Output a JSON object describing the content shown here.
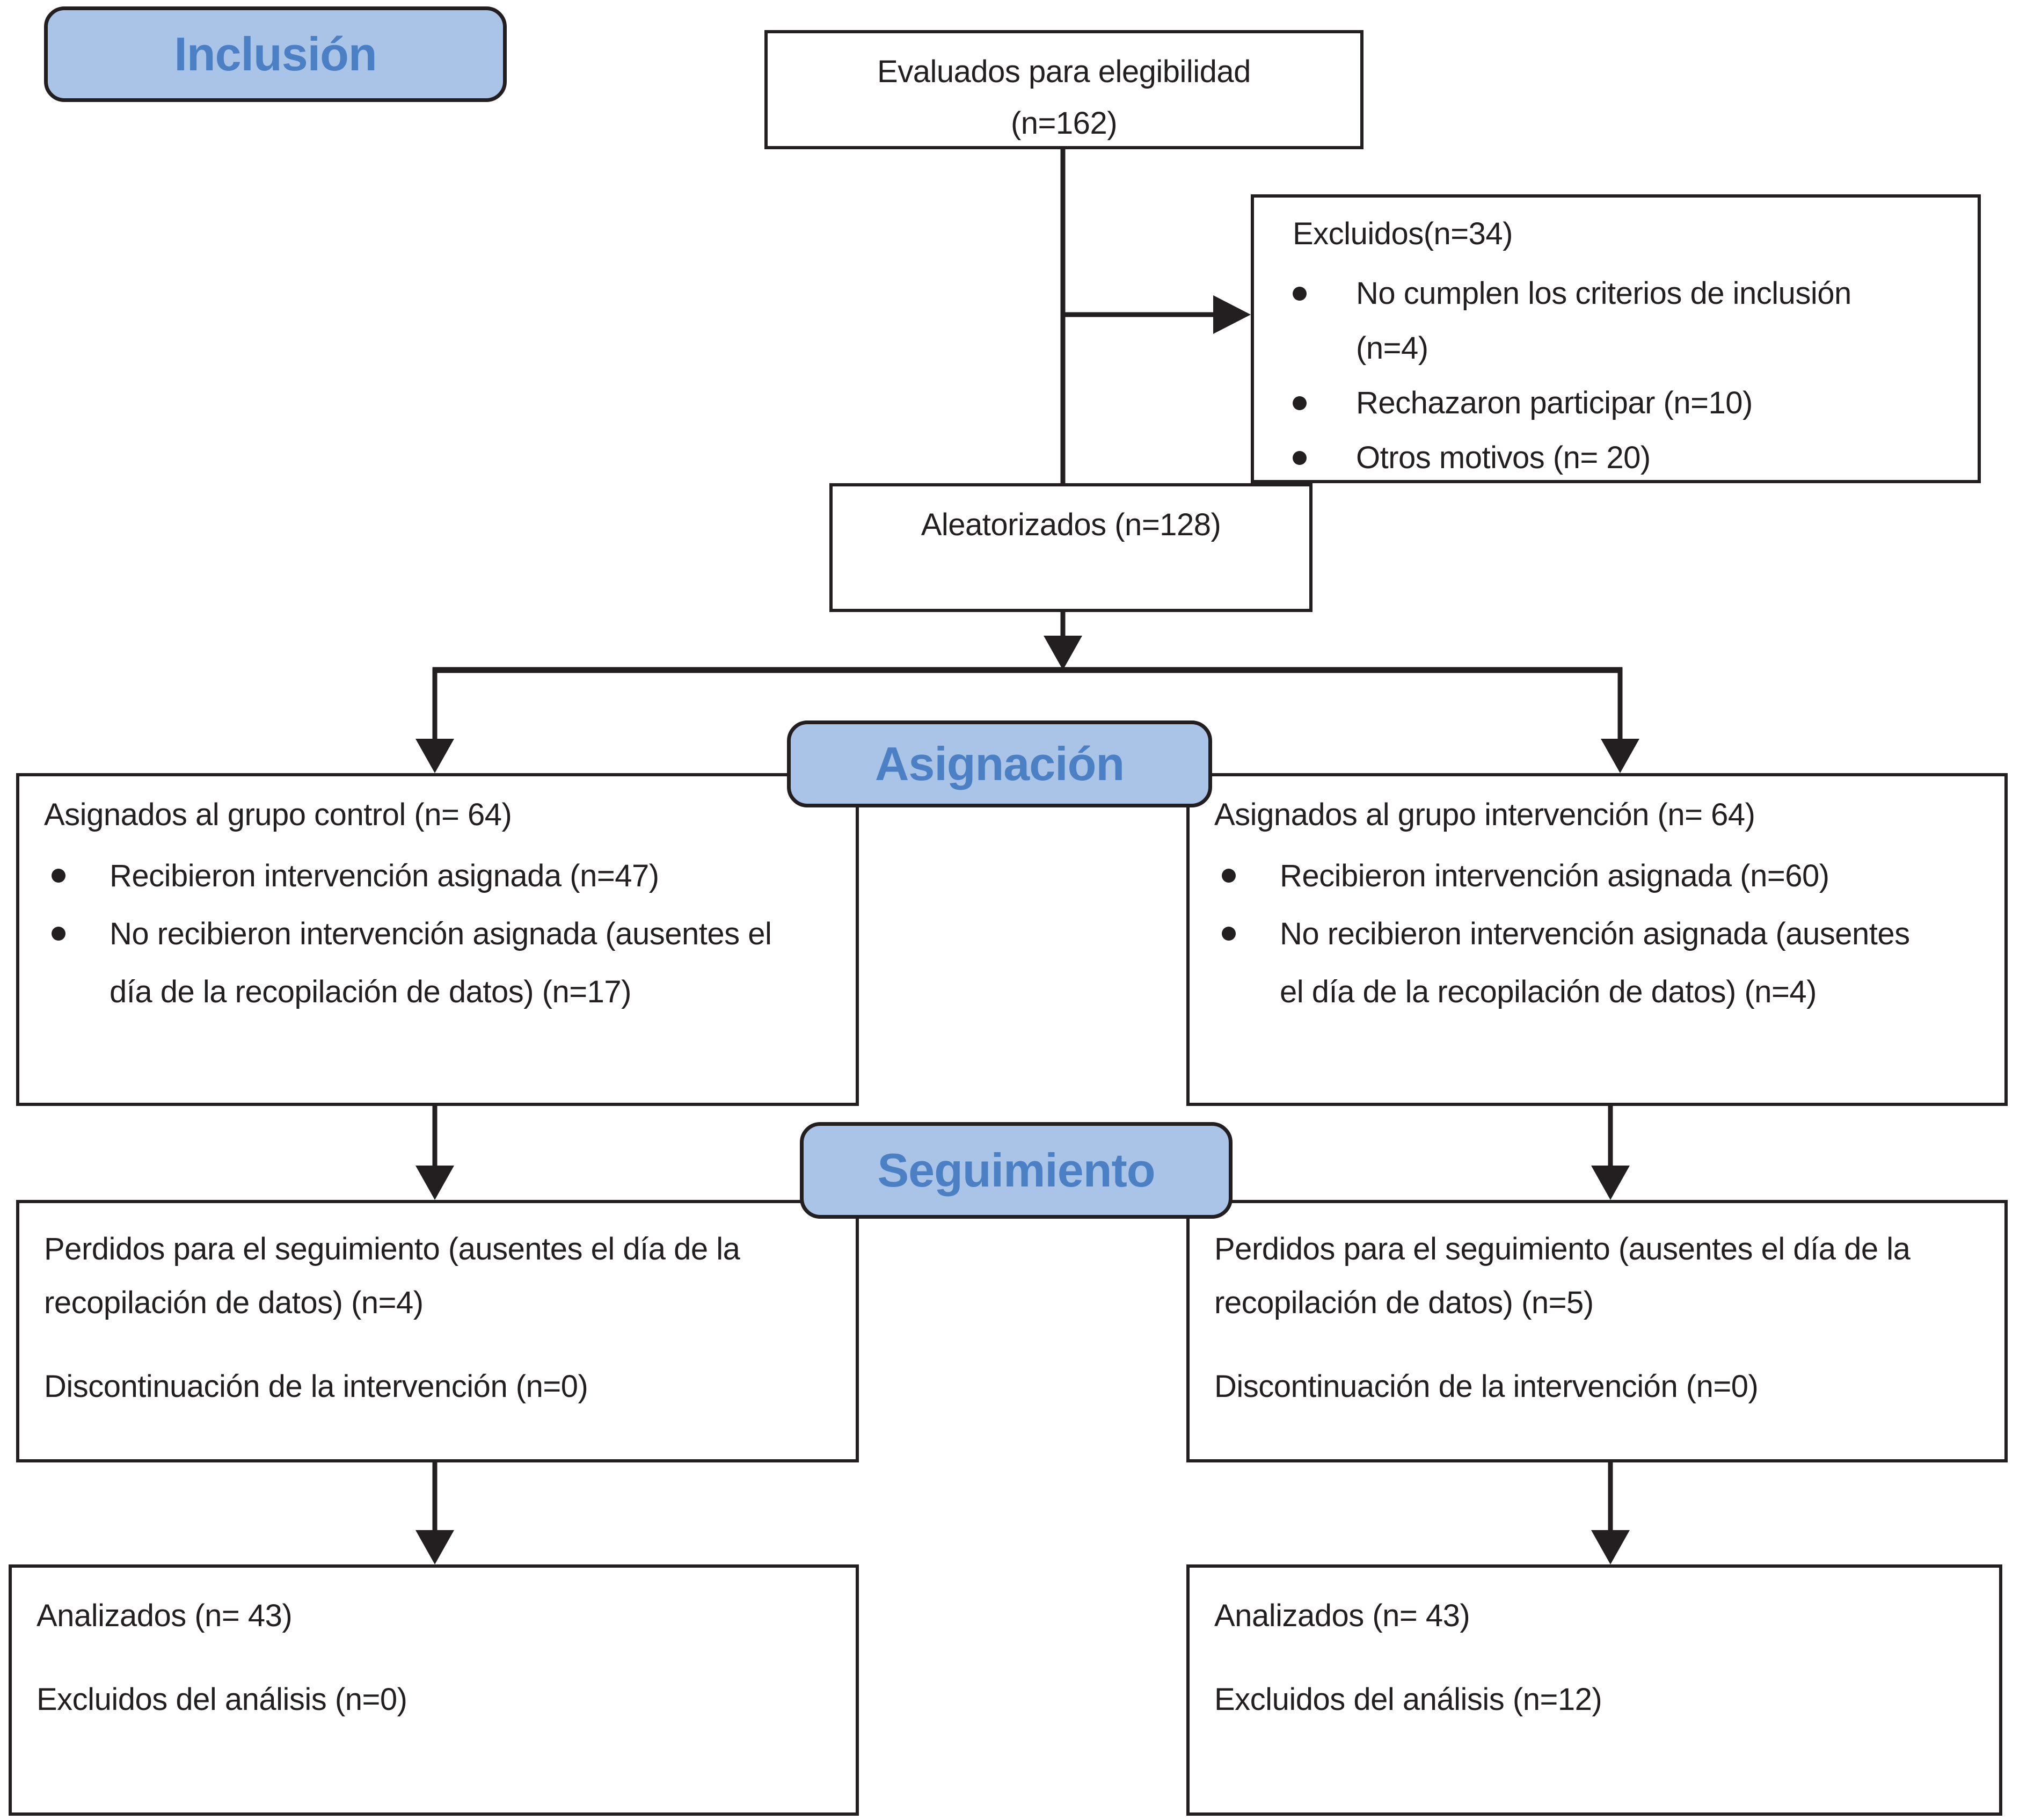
{
  "diagram": {
    "colors": {
      "pill_fill": "#aac4e8",
      "pill_text": "#4b80c4",
      "ink": "#231f20"
    },
    "stages": {
      "inclusion": "Inclusión",
      "allocation": "Asignación",
      "followup": "Seguimiento"
    },
    "boxes": {
      "eligibility": {
        "line1": "Evaluados para elegibilidad",
        "line2": "(n=162)"
      },
      "excluded": {
        "title": "Excluidos(n=34)",
        "bullets": [
          "No cumplen los criterios de inclusión (n=4)",
          "Rechazaron participar (n=10)",
          "Otros motivos (n= 20)"
        ]
      },
      "randomized": {
        "label": "Aleatorizados (n=128)"
      },
      "control": {
        "title": "Asignados al grupo control (n= 64)",
        "bullets": [
          "Recibieron intervención asignada (n=47)",
          "No recibieron intervención asignada (ausentes el día de la recopilación de datos) (n=17)"
        ]
      },
      "intervention": {
        "title": "Asignados al grupo intervención (n= 64)",
        "bullets": [
          "Recibieron intervención asignada (n=60)",
          "No recibieron intervención asignada (ausentes el día de la recopilación de datos) (n=4)"
        ]
      },
      "control_followup": {
        "line1": "Perdidos para el seguimiento (ausentes el día de la recopilación de datos) (n=4)",
        "line2": "Discontinuación de la intervención (n=0)"
      },
      "intervention_followup": {
        "line1": "Perdidos para el seguimiento (ausentes el día de la recopilación de datos) (n=5)",
        "line2": "Discontinuación de la intervención (n=0)"
      },
      "control_analysis": {
        "line1": "Analizados (n= 43)",
        "line2": "Excluidos del análisis (n=0)"
      },
      "intervention_analysis": {
        "line1": "Analizados (n= 43)",
        "line2": "Excluidos del análisis (n=12)"
      }
    }
  }
}
